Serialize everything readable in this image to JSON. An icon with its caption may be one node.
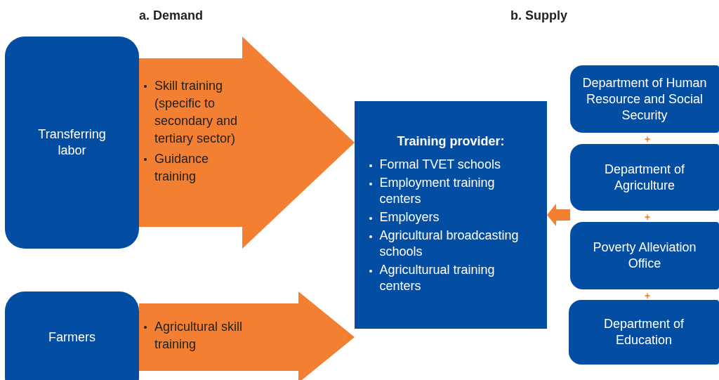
{
  "diagram": {
    "nodes": [
      {
        "text": [
          "Transferring labor"
        ]
      },
      {
        "text": [
          "Skill training (specific to secondary and tertiary sector)",
          "Guidance training"
        ]
      },
      {
        "text": [
          "Training provider:",
          "Formal TVET schools",
          "Employment  training centers",
          "Employers",
          "Agricultural broadcasting schools",
          "Agriculturual training centers"
        ]
      },
      {
        "text": [
          "Department of Human Resource and Social Security"
        ]
      },
      {
        "text": [
          "Department of Agriculture"
        ]
      },
      {
        "text": [
          "Poverty Alleviation Office"
        ]
      },
      {
        "text": [
          "Department of Education"
        ]
      },
      {
        "text": [
          "Farmers"
        ]
      },
      {
        "text": [
          "Agricultural skill training"
        ]
      }
    ],
    "edges": [
      {
        "from": 0,
        "to": 2,
        "arrow": "to"
      },
      {
        "from": 7,
        "to": 2,
        "arrow": "to"
      },
      {
        "from": 4,
        "to": 2,
        "arrow": "to"
      }
    ],
    "labels": [
      "a. Demand",
      "b. Supply",
      "+",
      "+",
      "+"
    ]
  }
}
